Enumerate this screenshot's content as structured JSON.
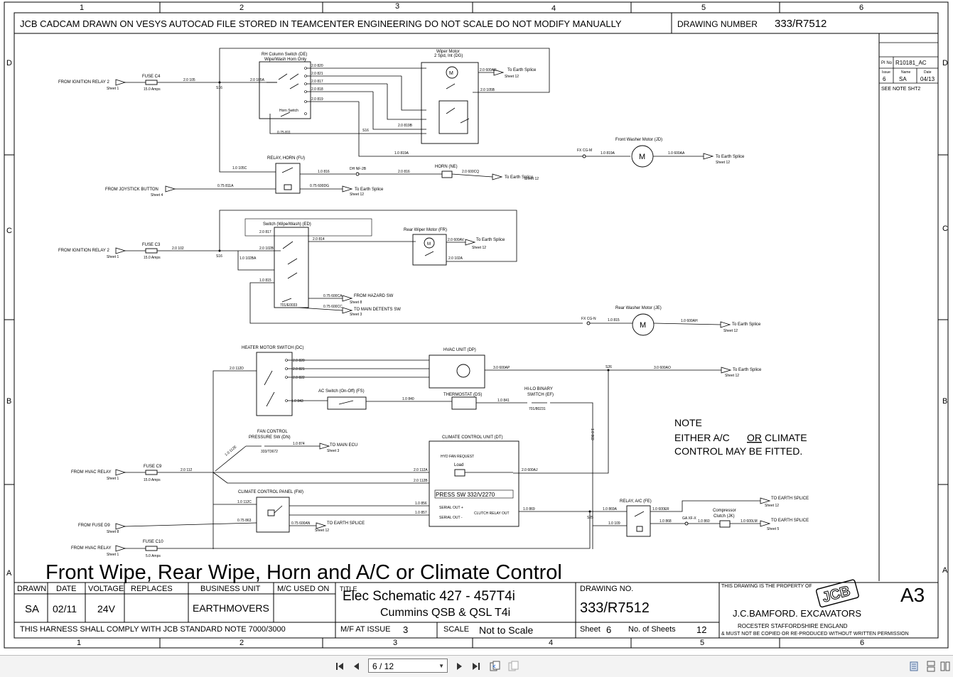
{
  "colors": {
    "line": "#000000",
    "toolbar_bg": "#f3f3f3",
    "border": "#bdbdbd"
  },
  "grid": {
    "cols": [
      "1",
      "2",
      "3",
      "4",
      "5",
      "6"
    ],
    "rows": [
      "D",
      "C",
      "B",
      "A"
    ]
  },
  "header": {
    "banner": "JCB CADCAM DRAWN ON VESYS  AUTOCAD FILE STORED IN TEAMCENTER ENGINEERING DO NOT SCALE  DO NOT MODIFY MANUALLY",
    "drawing_number_label": "DRAWING NUMBER",
    "drawing_number": "333/R7512"
  },
  "revision": {
    "pi_no_label": "PI No",
    "pi_no": "R10181_AC",
    "issue_label": "Issue",
    "name_label": "Name",
    "date_label": "Date",
    "issue": "6",
    "name": "SA",
    "date": "04/13",
    "see_note": "SEE NOTE SHT2"
  },
  "labels": {
    "from_ign2_a": "FROM IGNITION RELAY 2",
    "sheet1_a": "Sheet 1",
    "fuse_c4": "FUSE C4",
    "amps_c4": "15.0 Amps",
    "w_2_0_105": "2.0 105",
    "s_a": "S16",
    "w_2_0_105a": "2.0 105A",
    "rh_col_1": "RH Column Switch (DE)",
    "rh_col_2": "Wipe/Wash Horn Only",
    "horn_switch": "Horn Switch",
    "w_2_0_820": "2.0 820",
    "w_2_0_821": "2.0 821",
    "w_2_0_817": "2.0 817",
    "w_2_0_818": "2.0 818",
    "w_2_0_819": "2.0 819",
    "wiper_motor_1": "Wiper Motor",
    "wiper_motor_2": "2 Spd, Int (DG)",
    "w_2_0_600ar": "2.0 600AR",
    "to_earth_1": "To Earth Splice",
    "sheet12_1": "Sheet 12",
    "w_2_0_105b": "2.0 105B",
    "w_2_0_819b": "2.0 819B",
    "s_b": "S16",
    "w_0_75_811": "0.75 811",
    "w_1_0_819a": "1.0 819A",
    "fx_cg_m": "FX CG-M",
    "w_1_0_819a_b": "1.0 819A",
    "front_washer": "Front Washer Motor (JD)",
    "w_1_0_600aa": "1.0 600AA",
    "to_earth_2": "To Earth Splice",
    "sheet12_2": "Sheet 12",
    "w_1_0_105c": "1.0 105C",
    "relay_horn": "RELAY, HORN (FU)",
    "w_1_0_816": "1.0 816",
    "dh_nf": "DH  NF-2B",
    "w_2_0_816": "2.0 816",
    "horn_ne": "HORN (NE)",
    "w_2_0_600cq": "2.0 600CQ",
    "to_earth_3": "To Earth Splice",
    "sheet12_3": "Sheet 12",
    "from_joystick": "FROM JOYSTICK BUTTON",
    "sheet4": "Sheet 4",
    "w_0_75_811a": "0.75 811A",
    "w_0_75_600dg": "0.75 600DG",
    "to_earth_4": "To Earth Splice",
    "sheet12_4": "Sheet 12",
    "switch_wipe": "Switch (Wipe/Wash) (ED)",
    "w_2_0_817b": "2.0 817",
    "w_2_0_814": "2.0 814",
    "rear_wiper": "Rear Wiper Motor (FR)",
    "from_ign2_b": "FROM IGNITION RELAY 2",
    "sheet1_b": "Sheet 1",
    "fuse_c3": "FUSE C3",
    "amps_c3": "15.0 Amps",
    "w_2_0_102": "2.0 102",
    "s_c": "S16",
    "w_2_0_102b": "2.0 102B",
    "w_1_0_102ba": "1.0 102BA",
    "w_1_0_815": "1.0 815",
    "w_2_0_600av": "2.0 600AV",
    "to_earth_5": "To Earth Splice",
    "sheet12_5": "Sheet 12",
    "w_2_0_102a": "2.0 102A",
    "part_701": "701/E0033",
    "w_0_75_600ca": "0.75 600CA",
    "from_hazard": "FROM HAZARD SW",
    "sheet8": "Sheet 8",
    "w_0_75_600cc": "0.75 600CC",
    "to_main_detents": "TO MAIN DETENTS SW",
    "sheet3": "Sheet 3",
    "rear_washer": "Rear Washer Motor (JE)",
    "fx_cg_n": "FX CG-N",
    "w_1_0_815b": "1.0 815",
    "w_1_0_600ah": "1.0 600AH",
    "to_earth_6": "To Earth Splice",
    "sheet12_6": "Sheet 12",
    "heater_sw": "HEATER MOTOR SWITCH (DC)",
    "hvac_unit": "HVAC UNIT (DP)",
    "w_2_0_112d": "2.0 112D",
    "w_2_0_820b": "2.0 820",
    "w_2_0_821b": "2.0 821",
    "w_2_0_822": "2.0 822",
    "w_3_0_600ap": "3.0 600AP",
    "s_d": "S26",
    "w_3_0_600ao": "3.0 600AO",
    "to_earth_7": "To Earth Splice",
    "sheet12_7": "Sheet 12",
    "ac_switch": "AC Switch (On-Off) (FS)",
    "w_1_0_843": "1.0 843",
    "w_1_0_840": "1.0 840",
    "thermostat": "THERMOSTAT (DS)",
    "w_1_0_841": "1.0 841",
    "hilo_1": "HI-LO BINARY",
    "hilo_2": "SWITCH (EF)",
    "part_701b": "701/80231",
    "w_1_0_869": "1.0 869",
    "fan_ctrl_1": "FAN CONTROL",
    "fan_ctrl_2": "PRESSURE SW (DN)",
    "part_333": "333/T3672",
    "w_1_0_874": "1.0 874",
    "to_main_ecu": "TO MAIN ECU",
    "sheet3b": "Sheet 3",
    "w_1_0_112e": "1.0 112E",
    "from_hvac_a": "FROM HVAC RELAY",
    "sheet1_c": "Sheet 1",
    "fuse_c9": "FUSE C9",
    "amps_c9": "15.0 Amps",
    "w_2_0_112": "2.0 112",
    "climate_unit": "CLIMATE CONTROL UNIT (DT)",
    "hyd_fan": "HYD FAN REQUEST",
    "load": "Load",
    "w_2_0_112a": "2.0 112A",
    "w_2_0_112b": "2.0 112B",
    "w_2_0_600aj": "2.0 600AJ",
    "press_sw": "PRESS SW 332/V2270",
    "serial_out_p": "SERIAL OUT +",
    "serial_out_n": "SERIAL OUT -",
    "clutch_relay_out": "CLUTCH RELAY OUT",
    "climate_panel": "CLIMATE CONTROL PANEL (FW)",
    "w_1_0_112c": "1.0 112C",
    "w_1_0_856": "1.0 856",
    "w_1_0_857": "1.0 857",
    "w_1_0_869b": "1.0 869",
    "s_e": "S25",
    "from_fuse_d9": "FROM FUSE D9",
    "sheet8b": "Sheet 8",
    "w_0_75_863": "0.75 863",
    "w_0_75_600an": "0.75 600AN",
    "to_earth_8": "TO EARTH SPLICE",
    "sheet12_8": "Sheet 12",
    "relay_ac": "RELAY, A/C (FE)",
    "w_1_0_869a": "1.0 869A",
    "w_1_0_600er": "1.0 600ER",
    "to_earth_9": "TO EARTH SPLICE",
    "sheet12_9": "Sheet 12",
    "compressor_1": "Compressor",
    "compressor_2": "Clutch (JK)",
    "w_1_0_868": "1.0 868",
    "ga_xf": "GA  XF-X",
    "w_1_0_860": "1.0 860",
    "w_1_0_600l": "1.0 600LM",
    "to_earth_10": "TO EARTH SPLICE",
    "sheet5": "Sheet 5",
    "w_1_0_109": "1.0 109",
    "from_hvac_b": "FROM HVAC RELAY",
    "sheet1_d": "Sheet 1",
    "fuse_c10": "FUSE C10",
    "amps_c10": "5.0 Amps",
    "note_title": "NOTE",
    "note_l1a": "EITHER A/C",
    "note_or": "OR",
    "note_l1b": "CLIMATE",
    "note_l2": "CONTROL MAY BE FITTED."
  },
  "diagram_title": "Front Wipe, Rear Wipe, Horn and A/C or Climate Control",
  "title_block": {
    "drawn_label": "DRAWN",
    "date_label": "DATE",
    "voltage_label": "VOLTAGE",
    "replaces_label": "REPLACES",
    "bu_label": "BUSINESS UNIT",
    "mc_label": "M/C USED ON",
    "drawn": "SA",
    "date": "02/11",
    "voltage": "24V",
    "replaces": "",
    "business_unit": "EARTHMOVERS",
    "mc_used_on": "",
    "title_label": "TITLE",
    "title_l1": "Elec Schematic 427 - 457T4i",
    "title_l2": "Cummins QSB & QSL T4i",
    "drawing_no_label": "DRAWING NO.",
    "drawing_no": "333/R7512",
    "property_text": "THIS DRAWING IS THE PROPERTY OF",
    "company": "J.C.BAMFORD.      EXCAVATORS",
    "logo": "JCB",
    "address": "ROCESTER      STAFFORDSHIRE      ENGLAND",
    "copy_notice": "& MUST NOT BE COPIED OR RE-PRODUCED WITHOUT WRITTEN PERMISSION",
    "size": "A3",
    "compliance": "THIS HARNESS SHALL COMPLY WITH JCB STANDARD NOTE 7000/3000",
    "mf_label": "M/F AT ISSUE",
    "mf_value": "3",
    "scale_label": "SCALE",
    "scale_value": "Not to Scale",
    "sheet_label": "Sheet",
    "sheet_value": "6",
    "nsheets_label": "No. of Sheets",
    "nsheets_value": "12"
  },
  "viewer": {
    "page_input": "6 / 12"
  }
}
